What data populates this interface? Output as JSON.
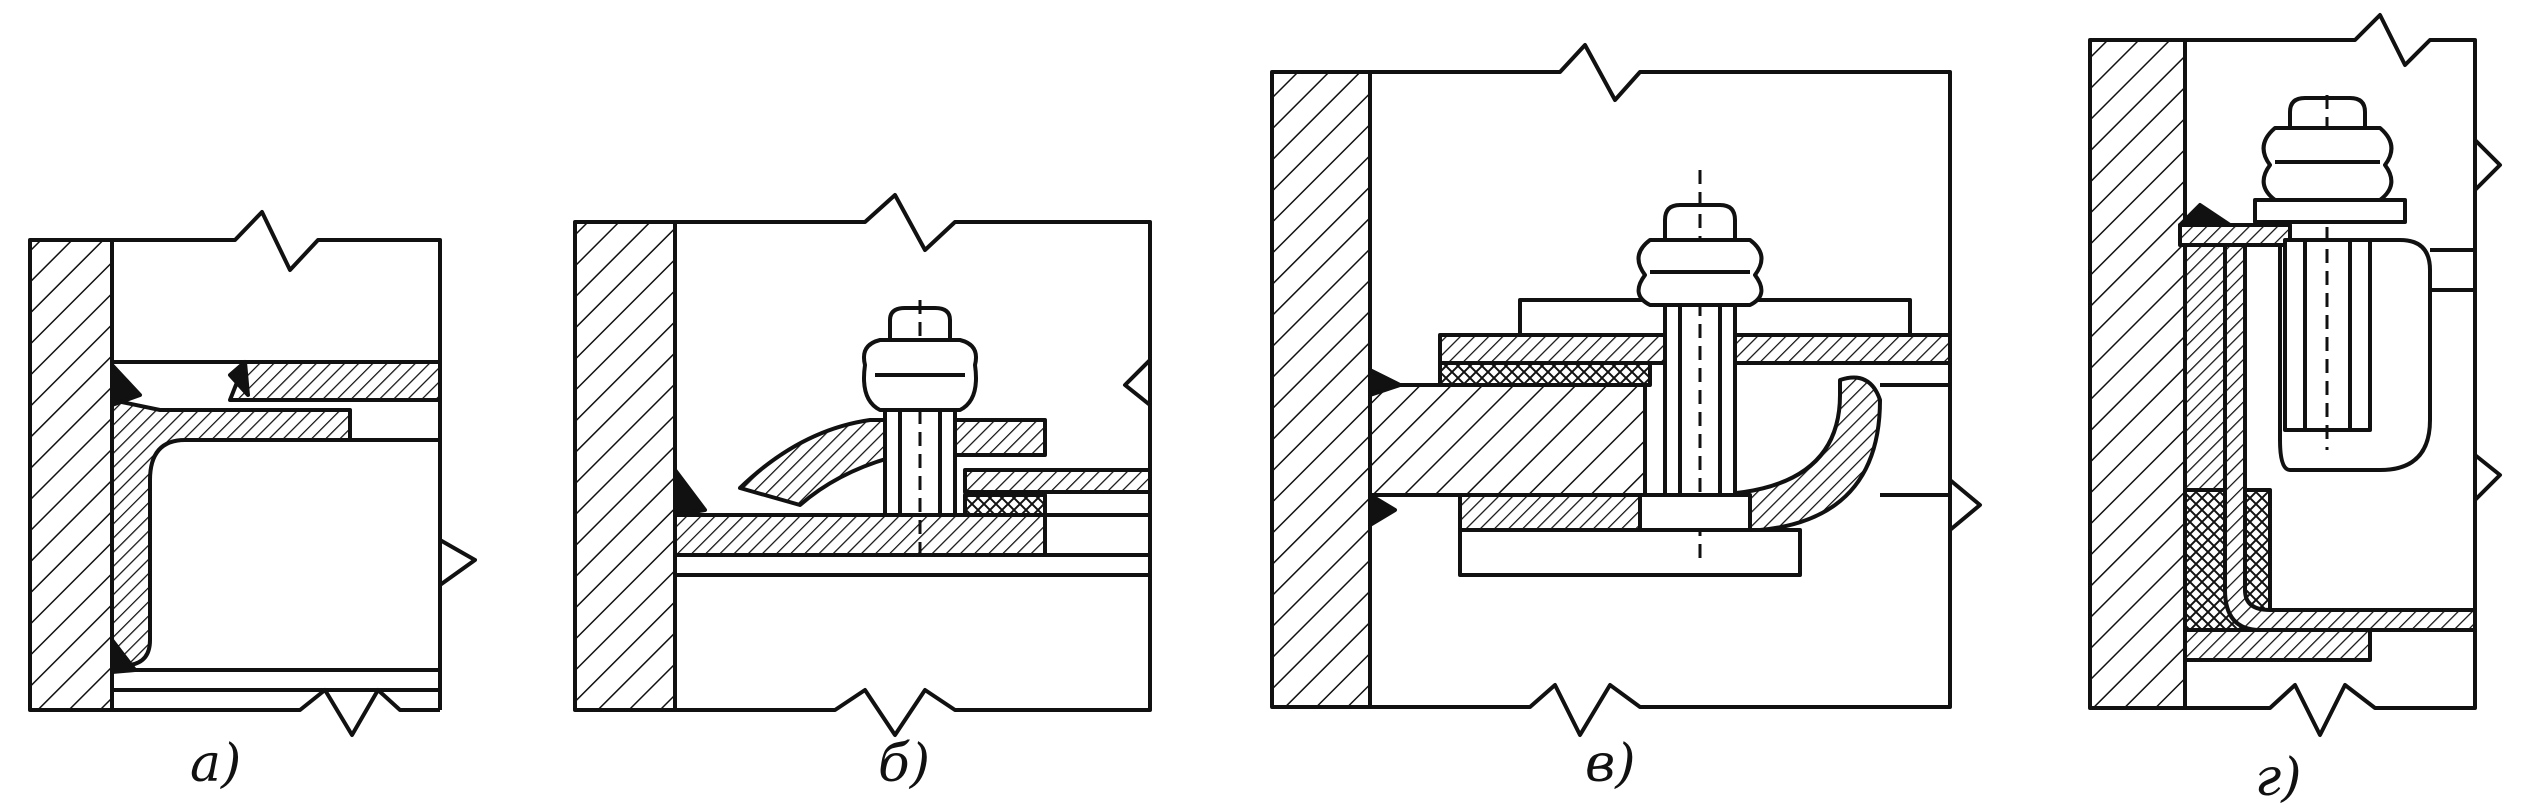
{
  "captions": {
    "a": "а)",
    "b": "б)",
    "c": "в)",
    "d": "г)"
  },
  "colors": {
    "ink": "#111111",
    "paper": "#ffffff"
  }
}
